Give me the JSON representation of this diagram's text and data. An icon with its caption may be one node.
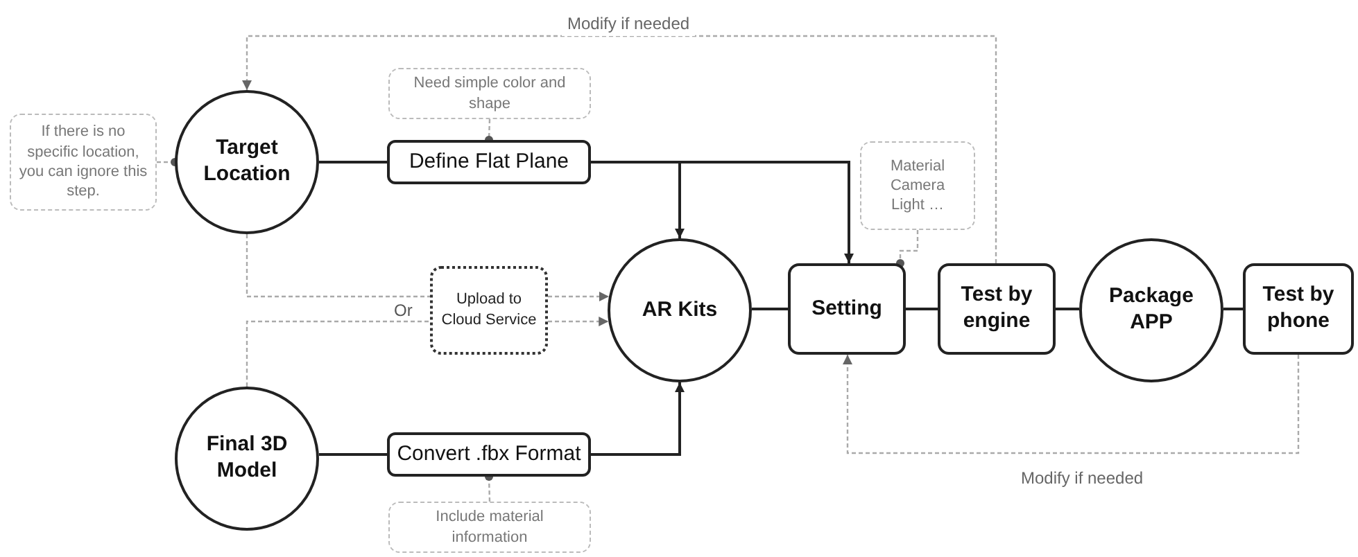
{
  "diagram": {
    "nodes": [
      {
        "text": [
          "Target Location"
        ]
      },
      {
        "text": [
          "If there is no specific location, you can ignore this step."
        ]
      },
      {
        "text": [
          "Need simple color and shape"
        ]
      },
      {
        "text": [
          "Define Flat Plane"
        ]
      },
      {
        "text": [
          "Upload to Cloud Service"
        ]
      },
      {
        "text": [
          "AR Kits"
        ]
      },
      {
        "text": [
          "Final 3D Model"
        ]
      },
      {
        "text": [
          "Convert .fbx Format"
        ]
      },
      {
        "text": [
          "Include material information"
        ]
      },
      {
        "text": [
          "Setting"
        ]
      },
      {
        "text": [
          "Material Camera Light …"
        ]
      },
      {
        "text": [
          "Test by engine"
        ]
      },
      {
        "text": [
          "Package APP"
        ]
      },
      {
        "text": [
          "Test by phone"
        ]
      }
    ],
    "edges": [
      {
        "from": 1,
        "to": 0,
        "arrow": "other",
        "style": "dashed"
      },
      {
        "from": 0,
        "to": 3,
        "arrow": "none",
        "color": "#222222"
      },
      {
        "from": 2,
        "to": 3,
        "arrow": "other",
        "style": "dashed"
      },
      {
        "from": 3,
        "to": 5,
        "arrow": "to",
        "color": "#222222"
      },
      {
        "from": 3,
        "to": 9,
        "arrow": "to",
        "color": "#222222"
      },
      {
        "from": 0,
        "to": 4,
        "arrow": "none",
        "style": "dashed"
      },
      {
        "from": 4,
        "to": 5,
        "arrow": "to",
        "style": "dashed"
      },
      {
        "from": 6,
        "to": 4,
        "arrow": "none",
        "style": "dashed"
      },
      {
        "from": 4,
        "to": 5,
        "arrow": "to",
        "style": "dashed"
      },
      {
        "from": 6,
        "to": 7,
        "arrow": "none",
        "color": "#222222"
      },
      {
        "from": 8,
        "to": 7,
        "arrow": "other",
        "style": "dashed"
      },
      {
        "from": 7,
        "to": 5,
        "arrow": "to",
        "color": "#222222"
      },
      {
        "from": 5,
        "to": 9,
        "arrow": "none",
        "color": "#222222"
      },
      {
        "from": 10,
        "to": 9,
        "arrow": "other",
        "style": "dashed"
      },
      {
        "from": 9,
        "to": 11,
        "arrow": "none",
        "color": "#222222"
      },
      {
        "from": 11,
        "to": 12,
        "arrow": "none",
        "color": "#222222"
      },
      {
        "from": 12,
        "to": 13,
        "arrow": "none",
        "color": "#222222"
      },
      {
        "from": 11,
        "to": 0,
        "arrow": "to",
        "label": "Modify if needed",
        "style": "dashed"
      },
      {
        "from": 13,
        "to": 9,
        "arrow": "to",
        "label": "Modify if needed",
        "style": "dashed"
      }
    ],
    "labels": [
      "Or"
    ]
  }
}
